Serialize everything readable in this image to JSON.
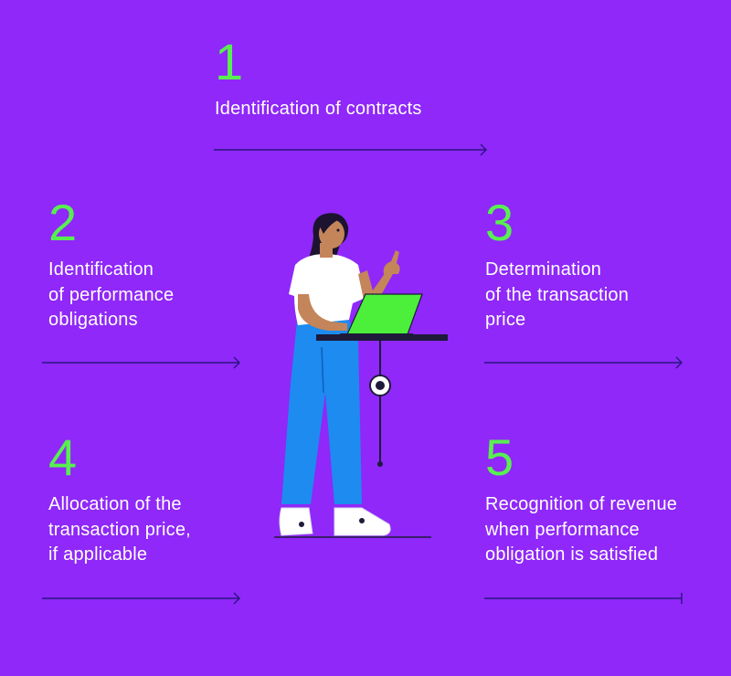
{
  "colors": {
    "background": "#8f28f9",
    "number": "#58f050",
    "text": "#ffffff",
    "arrow": "#2a1580",
    "laptop": "#4cf03a",
    "pants": "#1d8bf0",
    "skin": "#c4855a",
    "hair": "#1c1330",
    "desk": "#1e1a3a"
  },
  "steps": [
    {
      "number": "1",
      "lines": [
        "Identification of contracts"
      ]
    },
    {
      "number": "2",
      "lines": [
        "Identification",
        "of performance",
        "obligations"
      ]
    },
    {
      "number": "3",
      "lines": [
        "Determination",
        "of the transaction",
        "price"
      ]
    },
    {
      "number": "4",
      "lines": [
        "Allocation of the",
        "transaction price,",
        "if applicable"
      ]
    },
    {
      "number": "5",
      "lines": [
        "Recognition of revenue",
        "when performance",
        "obligation is satisfied"
      ]
    }
  ],
  "arrows": [
    {
      "id": "arrow-1",
      "end": "arrowhead"
    },
    {
      "id": "arrow-2",
      "end": "arrowhead"
    },
    {
      "id": "arrow-3",
      "end": "arrowhead"
    },
    {
      "id": "arrow-4",
      "end": "arrowhead"
    },
    {
      "id": "arrow-5",
      "end": "bar"
    }
  ],
  "illustration": {
    "subject": "woman-with-laptop-at-standing-desk-icon"
  }
}
